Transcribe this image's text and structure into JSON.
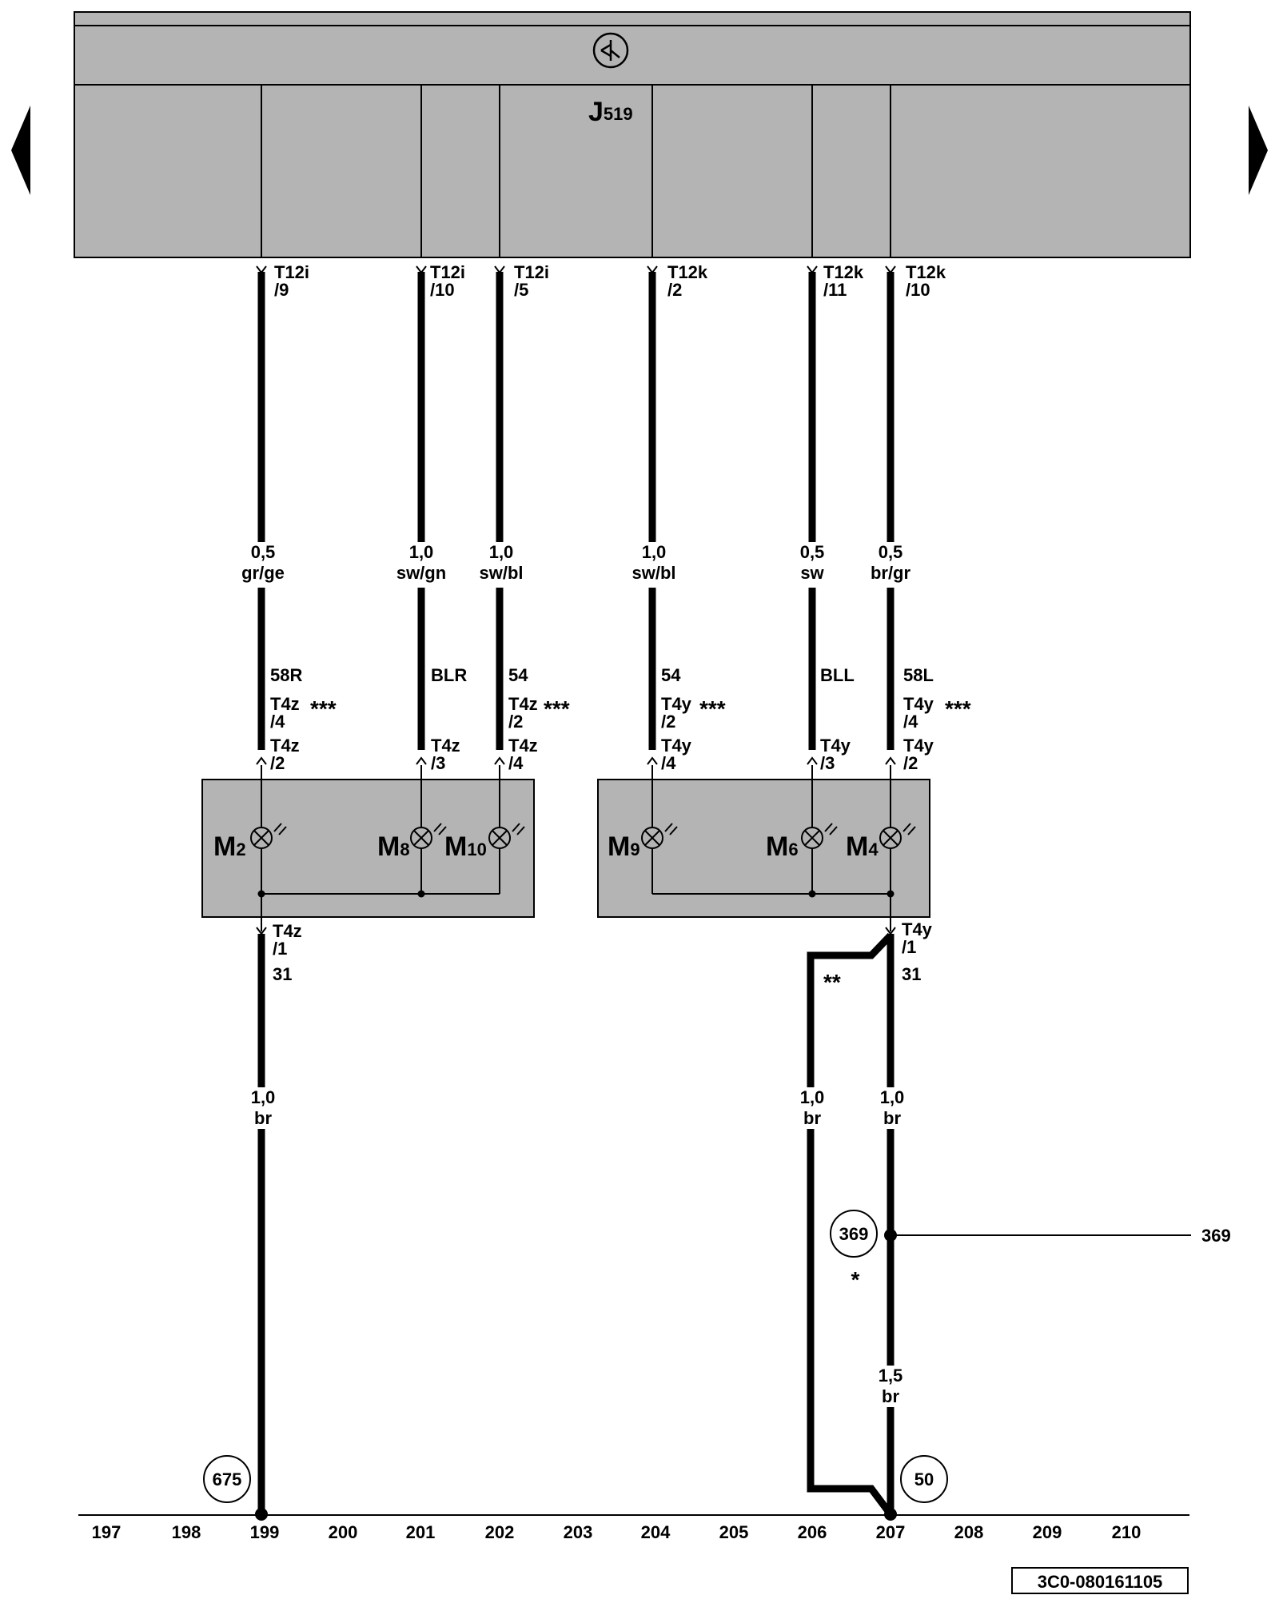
{
  "control_unit": {
    "name": "J",
    "sub": "519"
  },
  "navigation": {
    "prev_label": "",
    "next_label": ""
  },
  "upper_wires": [
    {
      "conn": "T12i",
      "pin": "/9",
      "size": "0,5",
      "color": "gr/ge",
      "term": "58R",
      "alt_conn": "T4z",
      "alt_pin": "/4",
      "alt_mark": "***",
      "conn2": "T4z",
      "pin2": "/2"
    },
    {
      "conn": "T12i",
      "pin": "/10",
      "size": "1,0",
      "color": "sw/gn",
      "term": "BLR",
      "alt_conn": "",
      "alt_pin": "",
      "alt_mark": "",
      "conn2": "T4z",
      "pin2": "/3"
    },
    {
      "conn": "T12i",
      "pin": "/5",
      "size": "1,0",
      "color": "sw/bl",
      "term": "54",
      "alt_conn": "T4z",
      "alt_pin": "/2",
      "alt_mark": "***",
      "conn2": "T4z",
      "pin2": "/4"
    },
    {
      "conn": "T12k",
      "pin": "/2",
      "size": "1,0",
      "color": "sw/bl",
      "term": "54",
      "alt_conn": "T4y",
      "alt_pin": "/2",
      "alt_mark": "***",
      "conn2": "T4y",
      "pin2": "/4"
    },
    {
      "conn": "T12k",
      "pin": "/11",
      "size": "0,5",
      "color": "sw",
      "term": "BLL",
      "alt_conn": "",
      "alt_pin": "",
      "alt_mark": "",
      "conn2": "T4y",
      "pin2": "/3"
    },
    {
      "conn": "T12k",
      "pin": "/10",
      "size": "0,5",
      "color": "br/gr",
      "term": "58L",
      "alt_conn": "T4y",
      "alt_pin": "/4",
      "alt_mark": "***",
      "conn2": "T4y",
      "pin2": "/2"
    }
  ],
  "lamps": [
    {
      "name": "M",
      "sub": "2"
    },
    {
      "name": "M",
      "sub": "8"
    },
    {
      "name": "M",
      "sub": "10"
    },
    {
      "name": "M",
      "sub": "9"
    },
    {
      "name": "M",
      "sub": "6"
    },
    {
      "name": "M",
      "sub": "4"
    }
  ],
  "ground_left": {
    "conn": "T4z",
    "pin": "/1",
    "term": "31",
    "wire_size": "1,0",
    "wire_color": "br",
    "ground_ref": "675"
  },
  "ground_right": {
    "conn": "T4y",
    "pin": "/1",
    "term": "31",
    "alt_mark": "**",
    "branch_size": "1,0",
    "branch_color": "br",
    "main_size": "1,0",
    "main_color": "br",
    "lower_size": "1,5",
    "lower_color": "br",
    "splice_ref": "369",
    "splice_mark": "*",
    "ground_ref": "50",
    "cross_ref": "369"
  },
  "track_numbers": [
    "197",
    "198",
    "199",
    "200",
    "201",
    "202",
    "203",
    "204",
    "205",
    "206",
    "207",
    "208",
    "209",
    "210"
  ],
  "doc_id": "3C0-080161105"
}
